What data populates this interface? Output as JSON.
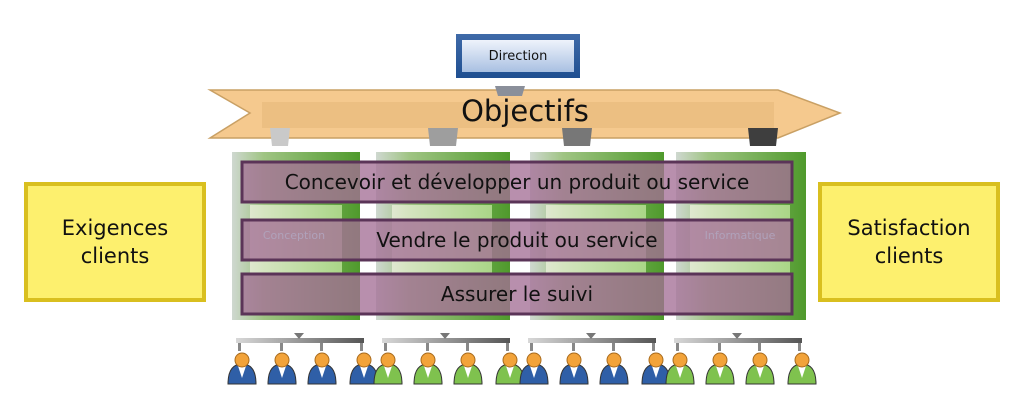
{
  "direction": {
    "label": "Direction"
  },
  "objectifs": {
    "label": "Objectifs"
  },
  "exigences": {
    "line1": "Exigences",
    "line2": "clients"
  },
  "satisfaction": {
    "line1": "Satisfaction",
    "line2": "clients"
  },
  "departments": [
    {
      "label": "Conception"
    },
    {
      "label": ""
    },
    {
      "label": ""
    },
    {
      "label": "Informatique"
    }
  ],
  "processes": [
    {
      "label": "Concevoir et développer un produit ou service"
    },
    {
      "label": "Vendre le produit ou service"
    },
    {
      "label": "Assurer le suivi"
    }
  ],
  "colors": {
    "arrow_fill": "#f5c98e",
    "arrow_stroke": "#c9a064",
    "dept_green": "#5a9b3a",
    "process_fill": "#a47096",
    "process_stroke": "#5b3458",
    "box_fill": "#fdf06e",
    "box_stroke": "#d9bf1f",
    "direction_blue": "#2a5b9c",
    "person_blue": "#2f5fa7",
    "person_green": "#7fc24e",
    "person_head": "#f2a33a"
  },
  "people_groups": [
    {
      "color": "blue"
    },
    {
      "color": "green"
    },
    {
      "color": "blue"
    },
    {
      "color": "green"
    }
  ]
}
